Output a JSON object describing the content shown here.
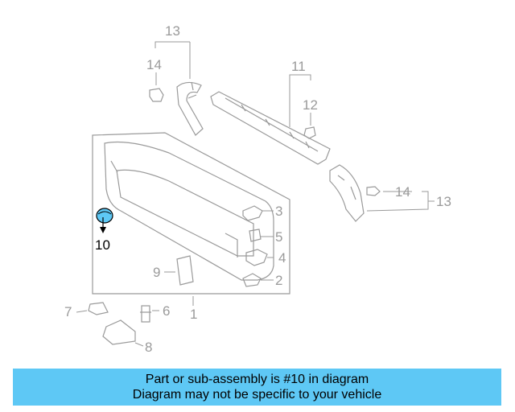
{
  "diagram": {
    "callouts": [
      "13",
      "14",
      "11",
      "12",
      "14",
      "13",
      "3",
      "5",
      "4",
      "2",
      "9",
      "1",
      "7",
      "6",
      "8"
    ],
    "highlighted_callout": "10",
    "highlight_color": "#5ec8f5",
    "line_color": "#9a9a9a"
  },
  "banner": {
    "line1": "Part or sub-assembly is #10 in diagram",
    "line2": "Diagram may not be specific to your vehicle",
    "color": "#5ec8f5"
  }
}
